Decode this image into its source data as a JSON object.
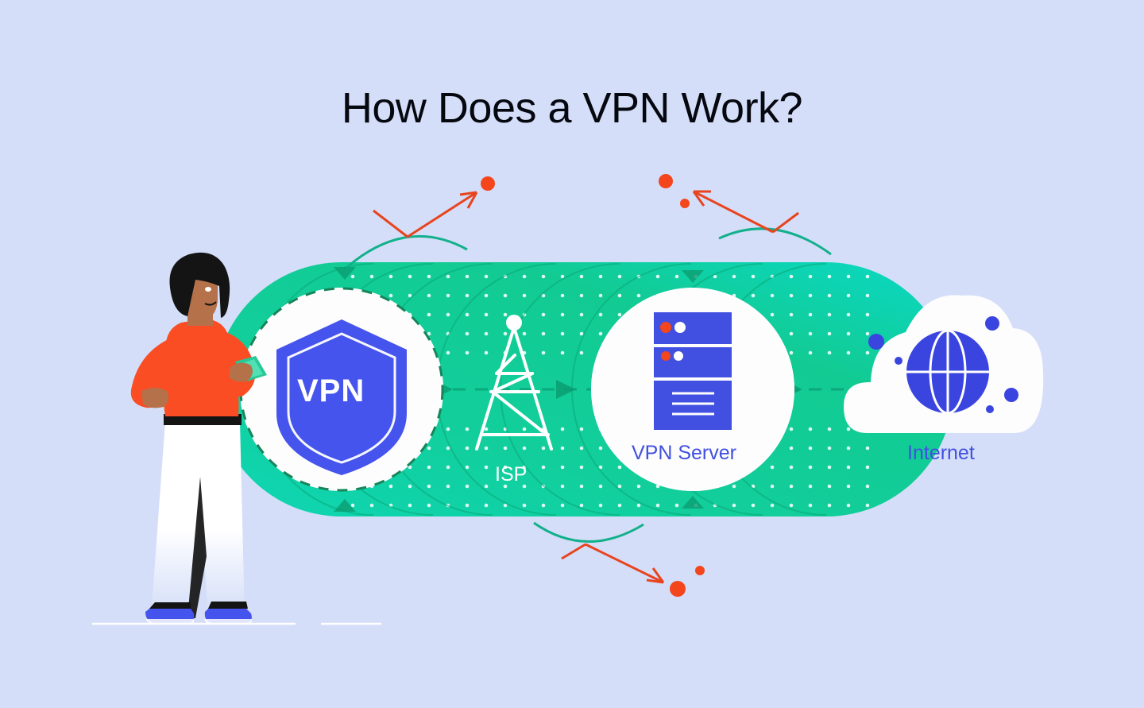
{
  "page": {
    "title": "How Does a VPN Work?",
    "background_color": "#d4def8"
  },
  "palette": {
    "background": "#d4def8",
    "tunnel_green_start": "#18c98f",
    "tunnel_green_mid": "#0ecf96",
    "tunnel_cyan": "#0fd7c0",
    "tunnel_ring_line": "#0aa878",
    "dashed_circle": "#17855a",
    "brand_blue": "#4150e0",
    "shield_blue": "#4554ec",
    "accent_red": "#f4461d",
    "arc_teal": "#13b08c",
    "white": "#ffffff",
    "person_shirt": "#fa4d23",
    "person_hair": "#141414",
    "person_skin": "#b5714a",
    "person_shoes": "#4554ec",
    "phone_green": "#25c896"
  },
  "diagram": {
    "type": "vpn-tunnel-flow",
    "flow_direction": "left-to-right",
    "nodes": [
      {
        "id": "user",
        "name": "user-with-phone",
        "label": "",
        "icon": "person-holding-phone-icon"
      },
      {
        "id": "vpn",
        "name": "vpn-shield",
        "label": "VPN",
        "icon": "shield-icon"
      },
      {
        "id": "isp",
        "name": "isp-tower",
        "label": "ISP",
        "icon": "radio-tower-icon"
      },
      {
        "id": "server",
        "name": "vpn-server",
        "label": "VPN Server",
        "icon": "server-rack-icon"
      },
      {
        "id": "internet",
        "name": "internet-cloud",
        "label": "Internet",
        "icon": "cloud-globe-icon"
      }
    ],
    "tunnel": {
      "name": "encrypted-tunnel",
      "description": "green encrypted tunnel with dot texture and dashed center flow line",
      "ring_count": 8,
      "dot_pattern": true,
      "center_line_style": "dashed",
      "flow_markers": 3
    },
    "deflections": [
      {
        "name": "deflection-top-left",
        "direction": "up-right",
        "dots": 1,
        "color": "#f4461d"
      },
      {
        "name": "deflection-top-right",
        "direction": "up-left",
        "dots": 2,
        "color": "#f4461d"
      },
      {
        "name": "deflection-bottom",
        "direction": "down-right",
        "dots": 2,
        "color": "#f4461d"
      }
    ],
    "server_icon": {
      "bays": 3,
      "bay_lights": [
        {
          "red": true,
          "white": true
        },
        {
          "red": true,
          "white": true
        }
      ],
      "detail_lines": 3
    },
    "cloud_dots": 5,
    "ground_lines": 2
  },
  "labels": {
    "shield": "VPN",
    "isp": "ISP",
    "server": "VPN Server",
    "internet": "Internet"
  }
}
